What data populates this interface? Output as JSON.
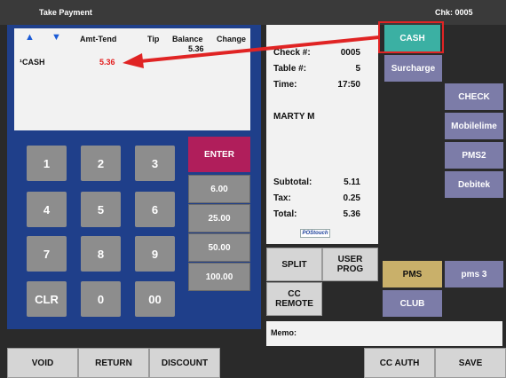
{
  "window": {
    "title": "Take Payment",
    "check_label": "Chk:",
    "check_number": "0005"
  },
  "tender": {
    "columns": {
      "amt_tend": "Amt-Tend",
      "tip": "Tip",
      "balance": "Balance",
      "change": "Change"
    },
    "balance_value": "5.36",
    "rows": [
      {
        "name": "¹CASH",
        "amount": "5.36"
      }
    ],
    "amount_color": "#e21c1c"
  },
  "keypad": {
    "keys": [
      "1",
      "2",
      "3",
      "4",
      "5",
      "6",
      "7",
      "8",
      "9",
      "CLR",
      "0",
      "00"
    ],
    "enter_label": "ENTER",
    "quick_amounts": [
      "6.00",
      "25.00",
      "50.00",
      "100.00"
    ]
  },
  "receipt": {
    "check_label": "Check #:",
    "check_value": "0005",
    "table_label": "Table #:",
    "table_value": "5",
    "time_label": "Time:",
    "time_value": "17:50",
    "server_name": "MARTY M",
    "subtotal_label": "Subtotal:",
    "subtotal_value": "5.11",
    "tax_label": "Tax:",
    "tax_value": "0.25",
    "total_label": "Total:",
    "total_value": "5.36",
    "logo_text": "POStouch"
  },
  "actions": {
    "split": "SPLIT",
    "user_prog_line1": "USER",
    "user_prog_line2": "PROG",
    "cc_remote_line1": "CC",
    "cc_remote_line2": "REMOTE"
  },
  "payment_types": {
    "cash": "CASH",
    "surcharge": "Surcharge",
    "check": "CHECK",
    "mobilelime": "Mobilelime",
    "pms2": "PMS2",
    "debitek": "Debitek",
    "pms": "PMS",
    "pms3": "pms 3",
    "club": "CLUB"
  },
  "memo": {
    "label": "Memo:"
  },
  "bottom": {
    "void": "VOID",
    "return": "RETURN",
    "discount": "DISCOUNT",
    "cc_auth": "CC AUTH",
    "save": "SAVE"
  },
  "colors": {
    "panel_blue": "#1f3f8a",
    "cash_teal": "#3bb0a3",
    "enter_magenta": "#b01e5b",
    "pms_gold": "#c9b06a",
    "payment_purple": "#7c7ca8",
    "highlight_red": "#e02424"
  }
}
